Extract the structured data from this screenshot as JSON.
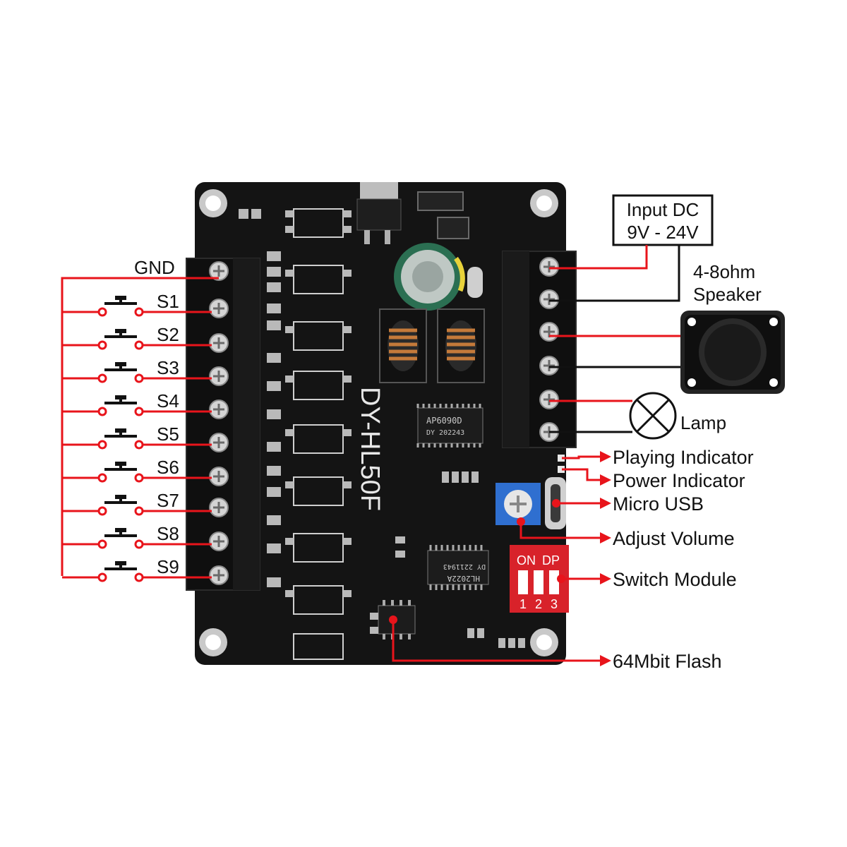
{
  "board": {
    "silkscreen_label": "DY-HL50F",
    "amp_chip_line1": "AP6090D",
    "amp_chip_line2": "DY 202243",
    "decoder_chip_line1": "HL2022A",
    "decoder_chip_line2": "DY 2211943"
  },
  "labels": {
    "gnd": "GND",
    "switches": [
      "S1",
      "S2",
      "S3",
      "S4",
      "S5",
      "S6",
      "S7",
      "S8",
      "S9"
    ],
    "input_dc_line1": "Input DC",
    "input_dc_line2": "9V - 24V",
    "speaker_line1": "4-8ohm",
    "speaker_line2": "Speaker",
    "lamp": "Lamp",
    "playing_indicator": "Playing Indicator",
    "power_indicator": "Power Indicator",
    "micro_usb": "Micro USB",
    "adjust_volume": "Adjust Volume",
    "switch_module": "Switch Module",
    "flash": "64Mbit Flash"
  },
  "dip_switch": {
    "on_label": "ON",
    "dp_label": "DP",
    "positions": [
      "1",
      "2",
      "3"
    ]
  },
  "colors": {
    "wire_red": "#e8141b",
    "wire_black": "#111111",
    "pcb": "#141414",
    "pad": "#b9b9b9",
    "dip_red": "#d8222a",
    "pot_blue": "#2f6fd0"
  }
}
